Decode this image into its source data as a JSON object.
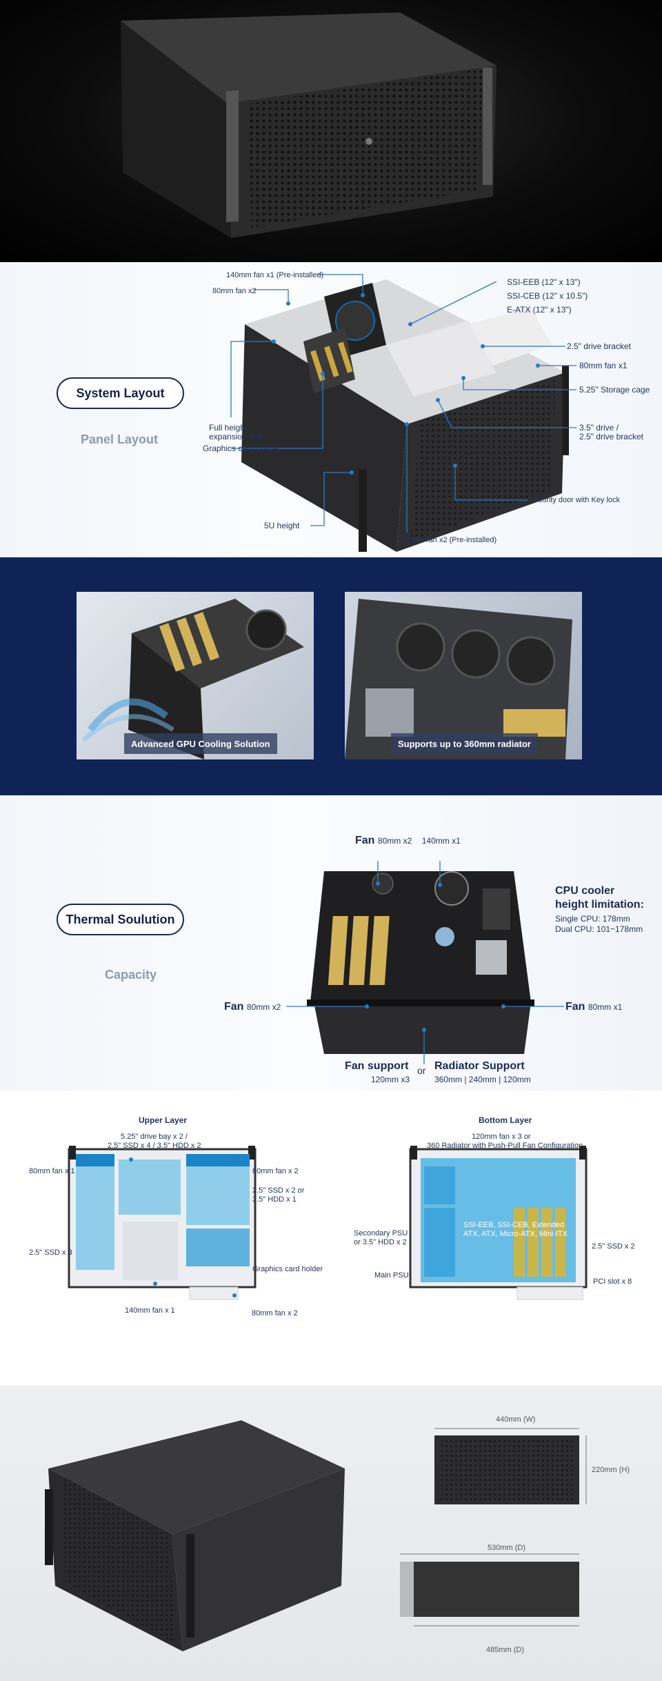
{
  "layout_section": {
    "title": "System Layout",
    "subtitle": "Panel Layout",
    "labels": {
      "fan140": "140mm fan x1 (Pre-installed)",
      "fan80x2": "80mm fan x2",
      "ssi_eeb": "SSI-EEB (12\" x 13\")",
      "ssi_ceb": "SSI-CEB (12\" x 10.5\")",
      "eatx": "E-ATX (12\" x 13\")",
      "drive25": "2.5\" drive bracket",
      "fan80x1": "80mm fan x1",
      "storage525": "5.25\" Storage cage",
      "drive35_a": "3.5\" drive /",
      "drive35_b": "2.5\" drive bracket",
      "full_height_a": "Full height",
      "full_height_b": "expansion slot",
      "gpu_holder": "Graphics card holder",
      "security": "Security door with Key lock",
      "height5u": "5U height",
      "fan80x2_pre": "80mm fan x2 (Pre-installed)"
    }
  },
  "cooling_section": {
    "gpu_caption": "Advanced GPU Cooling Solution",
    "radiator_caption": "Supports up to 360mm radiator"
  },
  "thermal_section": {
    "title": "Thermal Soulution",
    "subtitle": "Capacity",
    "fan_word": "Fan",
    "fan_top_a": "80mm x2",
    "fan_top_b": "140mm x1",
    "cooler_title_a": "CPU cooler",
    "cooler_title_b": "height limitation:",
    "cooler_single": "Single CPU: 178mm",
    "cooler_dual": "Dual CPU: 101~178mm",
    "fan_left": "80mm x2",
    "fan_right": "80mm x1",
    "fan_support": "Fan support",
    "or": "or",
    "radiator_support": "Radiator Support",
    "fan_support_val": "120mm x3",
    "radiator_val": "360mm | 240mm | 120mm"
  },
  "upper_layer": {
    "title": "Upper Layer",
    "bay_a": "5.25\" drive bay x 2 /",
    "bay_b": "2.5\" SSD x 4 / 3.5\" HDD x 2",
    "fan80_l": "80mm fan x 1",
    "fan80_r": "80mm fan x 2",
    "ssd_r_a": "2.5\" SSD x 2 or",
    "ssd_r_b": "3.5\" HDD x 1",
    "ssd_l": "2.5\" SSD x 3",
    "gpu_holder": "Graphics card holder",
    "fan140": "140mm fan x 1",
    "fan80_b": "80mm fan x 2"
  },
  "bottom_layer": {
    "title": "Bottom Layer",
    "fan_a": "120mm  fan x 3 or",
    "fan_b": "360 Radiator with Push-Pull Fan Configuration",
    "psu2_a": "Secondary PSU",
    "psu2_b": "or 3.5\" HDD x 2",
    "mb_a": "SSI-EEB, SSI-CEB, Extended",
    "mb_b": "ATX, ATX, Micro-ATX, Mini-ITX",
    "ssd": "2.5\" SSD x 2",
    "psu": "Main PSU",
    "pci": "PCI slot  x 8"
  },
  "dimensions": {
    "width": "440mm (W)",
    "height": "220mm (H)",
    "depth_top": "530mm (D)",
    "depth_bottom": "485mm (D)"
  }
}
